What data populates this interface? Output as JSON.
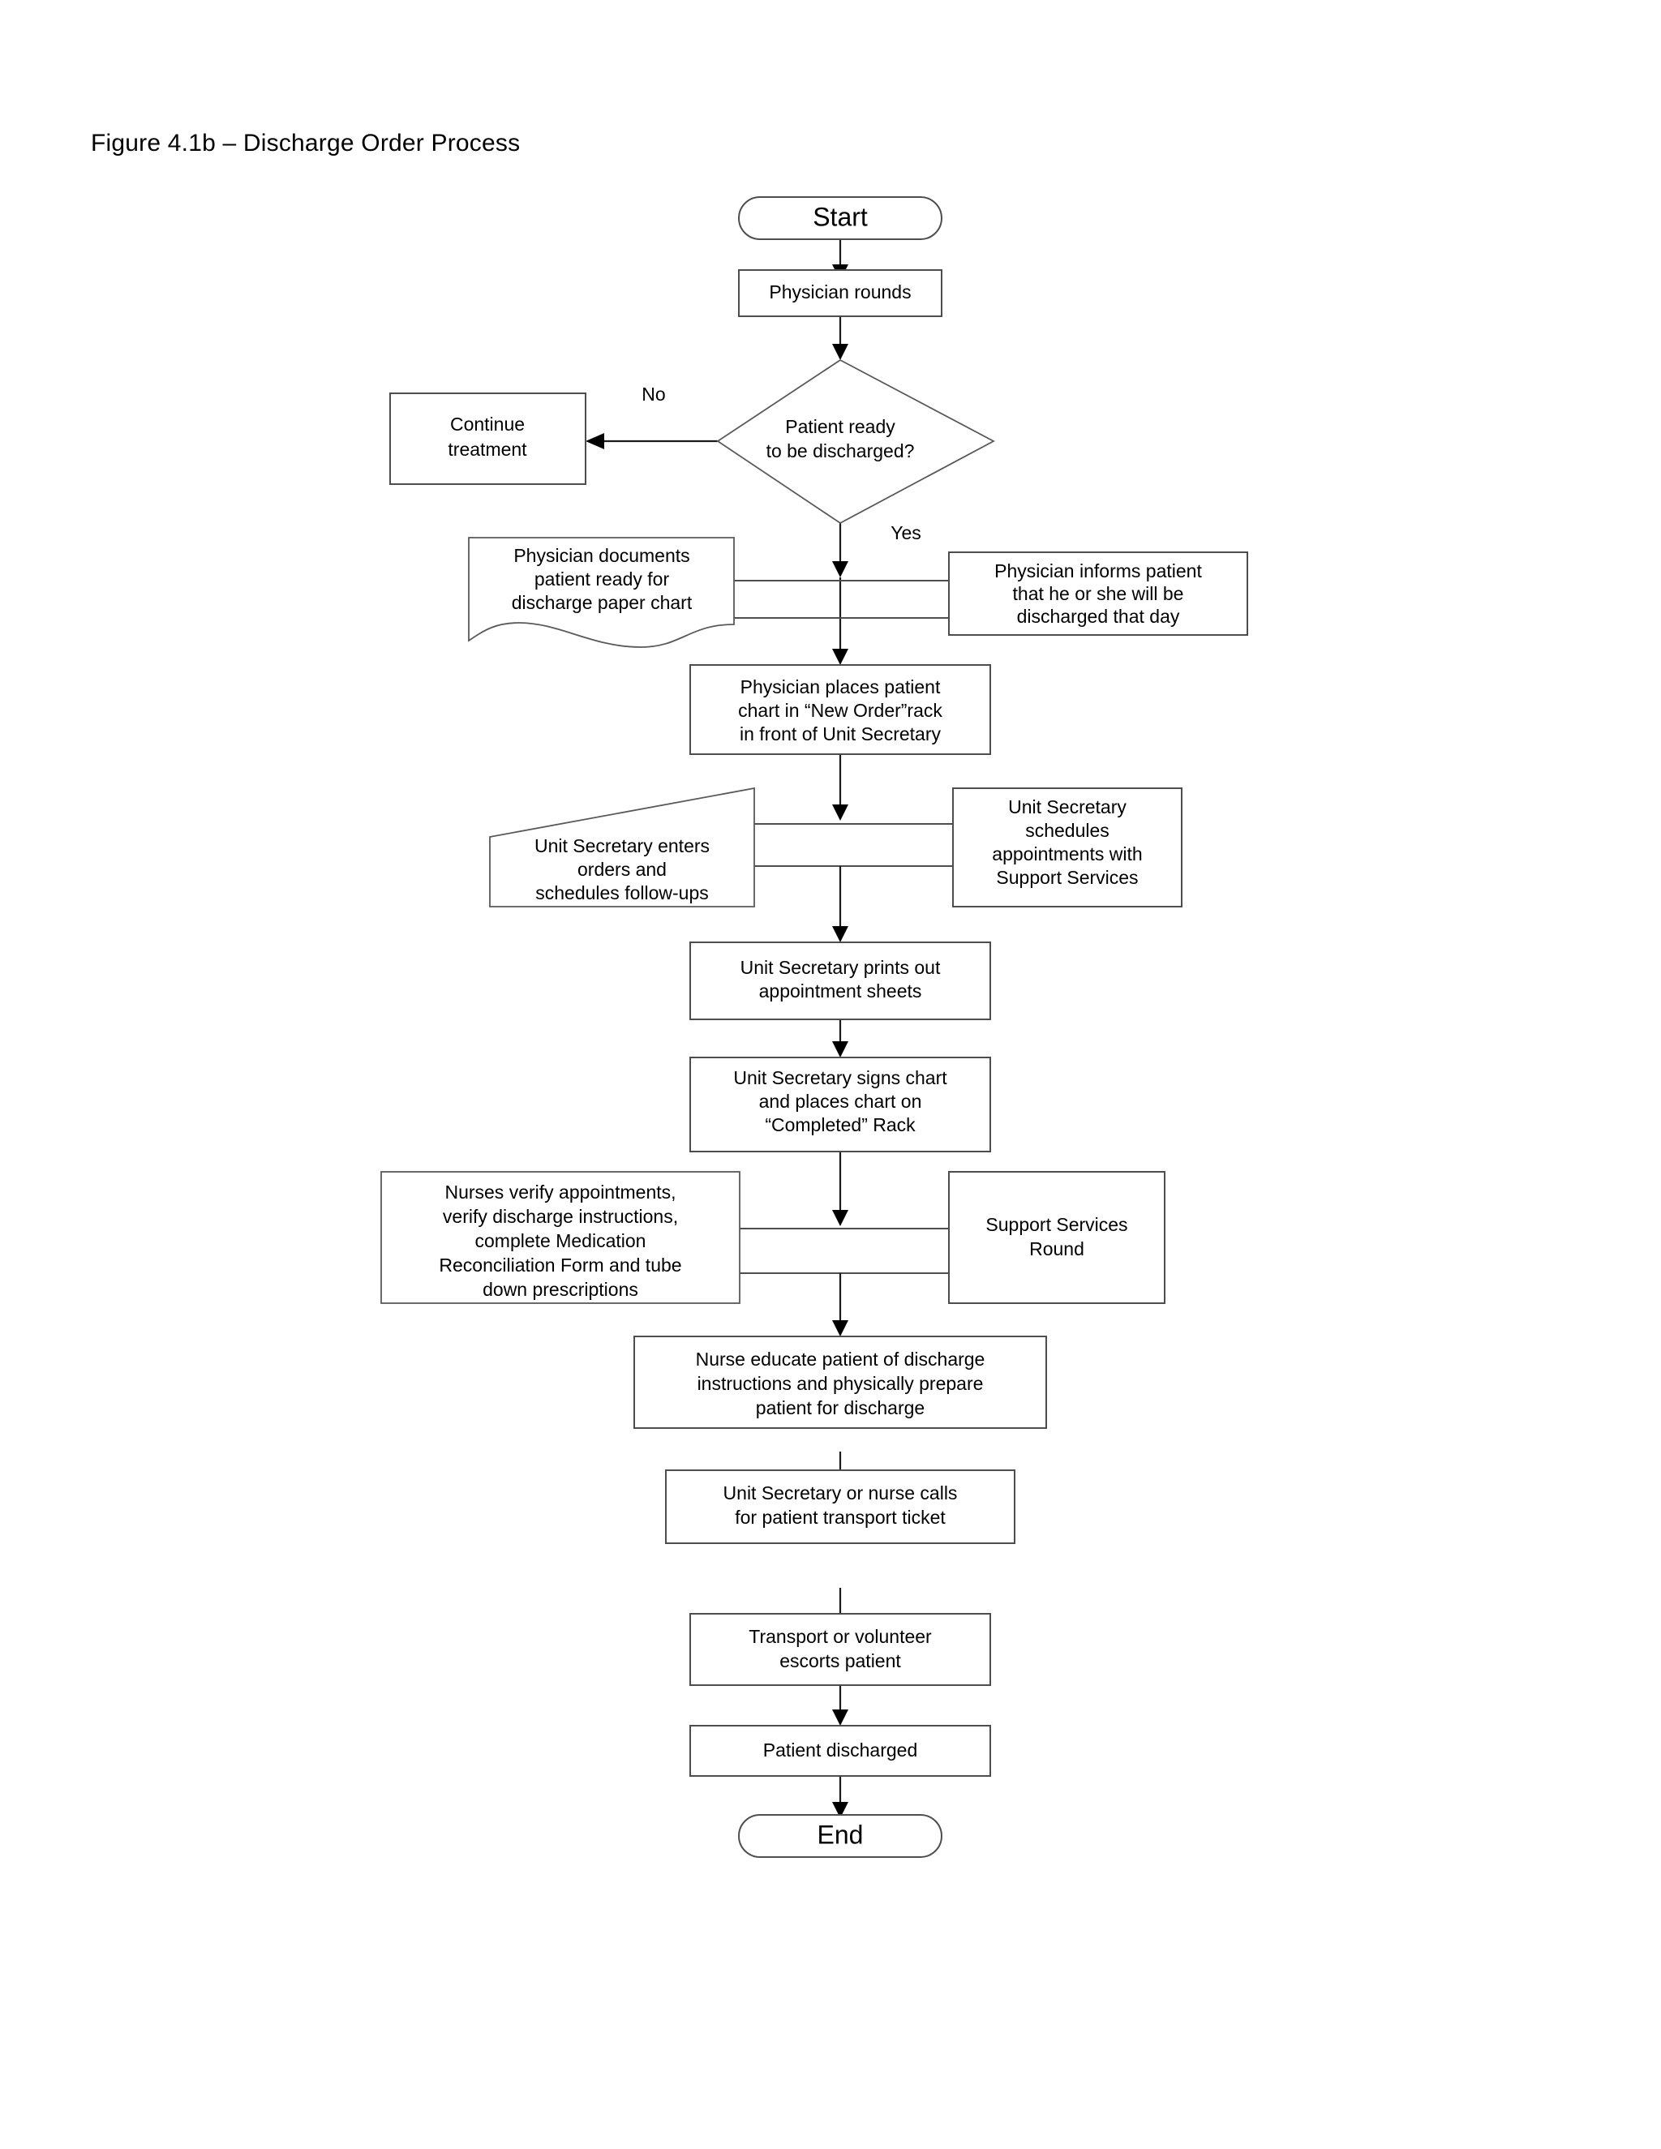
{
  "figure": {
    "title": "Figure 4.1b – Discharge Order Process"
  },
  "chart_data": {
    "type": "diagram",
    "diagram_type": "flowchart",
    "title": "Figure 4.1b – Discharge Order Process",
    "orientation": "top-to-bottom",
    "nodes": [
      {
        "id": "start",
        "shape": "terminator",
        "text": "Start"
      },
      {
        "id": "physician_rounds",
        "shape": "process",
        "text": "Physician rounds"
      },
      {
        "id": "decision",
        "shape": "decision",
        "text_lines": [
          "Patient ready",
          "to be discharged?"
        ]
      },
      {
        "id": "continue",
        "shape": "process",
        "text_lines": [
          "Continue",
          "treatment"
        ]
      },
      {
        "id": "documents",
        "shape": "document",
        "text_lines": [
          "Physician documents",
          "patient ready for",
          "discharge paper chart"
        ]
      },
      {
        "id": "informs",
        "shape": "process",
        "text_lines": [
          "Physician informs patient",
          "that he or she will be",
          "discharged that day"
        ]
      },
      {
        "id": "places_chart",
        "shape": "process",
        "text_lines": [
          "Physician places patient",
          "chart in “New Order”rack",
          "in front of Unit Secretary"
        ]
      },
      {
        "id": "enters_orders",
        "shape": "manual-operation",
        "text_lines": [
          "Unit Secretary enters",
          "orders and",
          "schedules follow-ups"
        ]
      },
      {
        "id": "schedules_appts",
        "shape": "process",
        "text_lines": [
          "Unit Secretary",
          "schedules",
          "appointments with",
          "Support Services"
        ]
      },
      {
        "id": "prints_sheets",
        "shape": "process",
        "text_lines": [
          "Unit Secretary prints out",
          "appointment sheets"
        ]
      },
      {
        "id": "signs_chart",
        "shape": "process",
        "text_lines": [
          "Unit Secretary signs chart",
          "and places chart on",
          "“Completed” Rack"
        ]
      },
      {
        "id": "nurses_verify",
        "shape": "process",
        "text_lines": [
          "Nurses verify appointments,",
          "verify discharge instructions,",
          "complete Medication",
          "Reconciliation Form and tube",
          "down prescriptions"
        ]
      },
      {
        "id": "support_round",
        "shape": "process",
        "text_lines": [
          "Support Services",
          "Round"
        ]
      },
      {
        "id": "nurse_educate",
        "shape": "process",
        "text_lines": [
          "Nurse educate patient of discharge",
          "instructions and physically prepare",
          "patient for discharge"
        ]
      },
      {
        "id": "transport_ticket",
        "shape": "process",
        "text_lines": [
          "Unit Secretary or nurse calls",
          "for patient transport ticket"
        ]
      },
      {
        "id": "escorts",
        "shape": "process",
        "text_lines": [
          "Transport or volunteer",
          "escorts patient"
        ]
      },
      {
        "id": "discharged",
        "shape": "process",
        "text": "Patient discharged"
      },
      {
        "id": "end",
        "shape": "terminator",
        "text": "End"
      }
    ],
    "edges": [
      {
        "from": "start",
        "to": "physician_rounds",
        "label": ""
      },
      {
        "from": "physician_rounds",
        "to": "decision",
        "label": ""
      },
      {
        "from": "decision",
        "to": "continue",
        "label": "No"
      },
      {
        "from": "decision",
        "to": "places_chart",
        "label": "Yes"
      },
      {
        "from": "documents",
        "to": "main_flow",
        "label": ""
      },
      {
        "from": "informs",
        "to": "main_flow",
        "label": ""
      },
      {
        "from": "places_chart",
        "to": "prints_sheets",
        "label": ""
      },
      {
        "from": "enters_orders",
        "to": "main_flow",
        "label": ""
      },
      {
        "from": "schedules_appts",
        "to": "main_flow",
        "label": ""
      },
      {
        "from": "prints_sheets",
        "to": "signs_chart",
        "label": ""
      },
      {
        "from": "signs_chart",
        "to": "nurse_educate",
        "label": ""
      },
      {
        "from": "nurses_verify",
        "to": "main_flow",
        "label": ""
      },
      {
        "from": "support_round",
        "to": "main_flow",
        "label": ""
      },
      {
        "from": "nurse_educate",
        "to": "transport_ticket",
        "label": ""
      },
      {
        "from": "transport_ticket",
        "to": "escorts",
        "label": ""
      },
      {
        "from": "escorts",
        "to": "discharged",
        "label": ""
      },
      {
        "from": "discharged",
        "to": "end",
        "label": ""
      }
    ],
    "edge_labels": [
      "No",
      "Yes"
    ],
    "colors": {
      "background": "#ffffff",
      "node_fill": "#ffffff",
      "node_stroke": "#4d4d4d",
      "edge_stroke": "#1a1a1a",
      "text": "#000000"
    }
  },
  "labels": {
    "title": "Figure 4.1b – Discharge Order Process",
    "start": "Start",
    "physician_rounds": "Physician rounds",
    "decision_l1": "Patient ready",
    "decision_l2": "to be discharged?",
    "no": "No",
    "yes": "Yes",
    "continue_l1": "Continue",
    "continue_l2": "treatment",
    "documents_l1": "Physician documents",
    "documents_l2": "patient ready for",
    "documents_l3": "discharge paper chart",
    "informs_l1": "Physician informs patient",
    "informs_l2": "that he or she will be",
    "informs_l3": "discharged that day",
    "places_l1": "Physician places patient",
    "places_l2": "chart in “New Order”rack",
    "places_l3": "in front of Unit Secretary",
    "enters_l1": "Unit Secretary enters",
    "enters_l2": "orders and",
    "enters_l3": "schedules follow-ups",
    "schedules_l1": "Unit Secretary",
    "schedules_l2": "schedules",
    "schedules_l3": "appointments with",
    "schedules_l4": "Support Services",
    "prints_l1": "Unit Secretary prints out",
    "prints_l2": "appointment sheets",
    "signs_l1": "Unit Secretary signs chart",
    "signs_l2": "and places chart on",
    "signs_l3": "“Completed” Rack",
    "nurses_l1": "Nurses verify appointments,",
    "nurses_l2": "verify discharge instructions,",
    "nurses_l3": "complete Medication",
    "nurses_l4": "Reconciliation Form and tube",
    "nurses_l5": "down prescriptions",
    "support_l1": "Support Services",
    "support_l2": "Round",
    "educate_l1": "Nurse educate patient of discharge",
    "educate_l2": "instructions and physically prepare",
    "educate_l3": "patient for discharge",
    "ticket_l1": "Unit Secretary or nurse calls",
    "ticket_l2": "for patient transport ticket",
    "escorts_l1": "Transport or volunteer",
    "escorts_l2": "escorts patient",
    "discharged": "Patient discharged",
    "end": "End"
  }
}
